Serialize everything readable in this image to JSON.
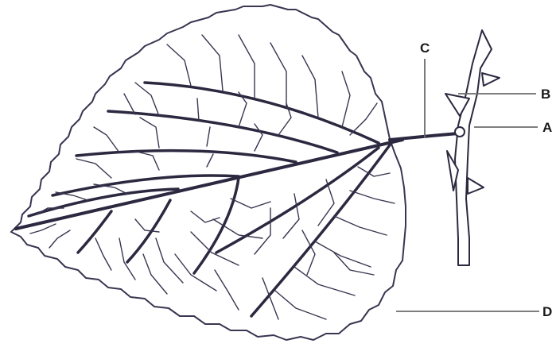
{
  "labels": {
    "a": "A",
    "b": "B",
    "c": "C",
    "d": "D"
  },
  "colors": {
    "ink": "#3a3550",
    "vein": "#2c2840",
    "leader": "#6b6b6b",
    "label": "#1a1a1a",
    "background": "#ffffff"
  },
  "icons": {
    "leaf": "leaf-icon",
    "twig": "twig-icon"
  }
}
